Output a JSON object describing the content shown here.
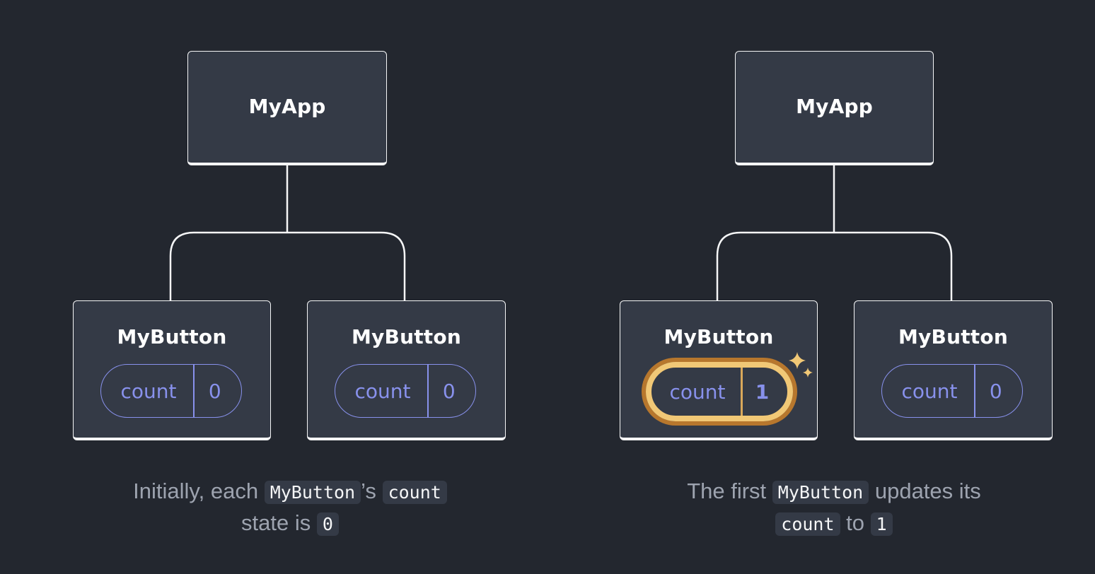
{
  "panels": [
    {
      "root": {
        "label": "MyApp"
      },
      "children": [
        {
          "label": "MyButton",
          "state_label": "count",
          "state_value": "0",
          "highlighted": false
        },
        {
          "label": "MyButton",
          "state_label": "count",
          "state_value": "0",
          "highlighted": false
        }
      ],
      "caption": {
        "line1_pre": "Initially, each",
        "line1_code1": "MyButton",
        "line1_mid": "’s",
        "line1_code2": "count",
        "line2_pre": "state is",
        "line2_code": "0"
      }
    },
    {
      "root": {
        "label": "MyApp"
      },
      "children": [
        {
          "label": "MyButton",
          "state_label": "count",
          "state_value": "1",
          "highlighted": true
        },
        {
          "label": "MyButton",
          "state_label": "count",
          "state_value": "0",
          "highlighted": false
        }
      ],
      "caption": {
        "line1_pre": "The first",
        "line1_code1": "MyButton",
        "line1_mid": "updates its",
        "line2_code1": "count",
        "line2_mid": "to",
        "line2_code2": "1"
      }
    }
  ],
  "colors": {
    "background": "#23272f",
    "node_fill": "#343a46",
    "node_border": "#f5f6f7",
    "state_accent": "#8891ec",
    "highlight_gold": "#f1c876",
    "highlight_dark": "#b7772d",
    "caption_text": "#9da3af"
  },
  "icons": [
    "sparkle-icon"
  ]
}
